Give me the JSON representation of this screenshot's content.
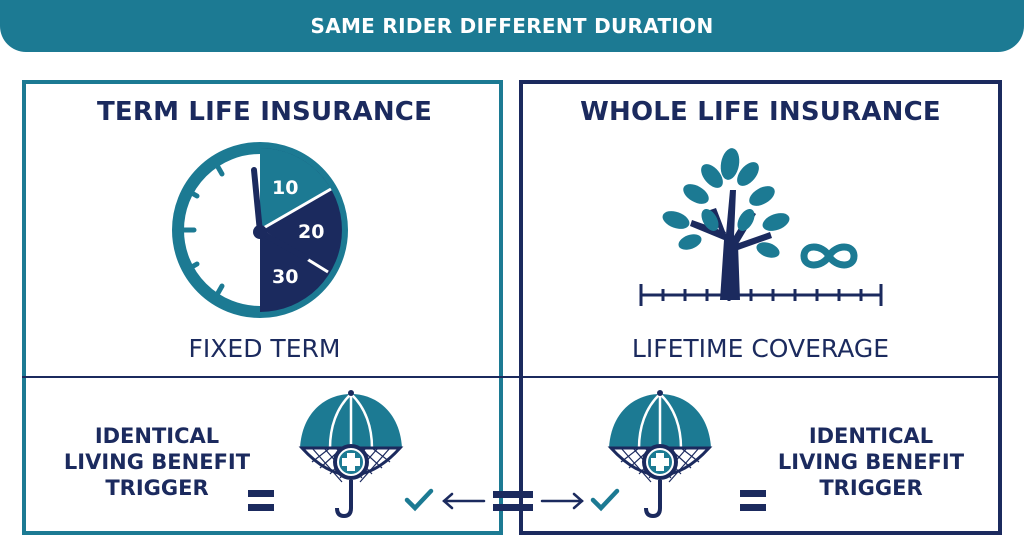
{
  "header": {
    "title": "SAME RIDER DIFFERENT DURATION"
  },
  "left_panel": {
    "title": "TERM LIFE INSURANCE",
    "clock_labels": [
      "10",
      "20",
      "30"
    ],
    "subtitle": "FIXED TERM",
    "benefit_label": [
      "IDENTICAL",
      "LIVING BENEFIT",
      "TRIGGER"
    ]
  },
  "right_panel": {
    "title": "WHOLE LIFE INSURANCE",
    "subtitle": "LIFETIME COVERAGE",
    "benefit_label": [
      "IDENTICAL",
      "LIVING BENEFIT",
      "TRIGGER"
    ]
  },
  "icons": {
    "clock": "clock-icon",
    "tree": "tree-icon",
    "infinity": "infinity-icon",
    "umbrella": "umbrella-net-icon",
    "medical_cross": "medical-cross-icon",
    "check": "check-icon",
    "equals": "equals-icon",
    "arrow": "double-arrow-icon"
  },
  "colors": {
    "teal": "#1c7a93",
    "navy": "#1b2a5e",
    "white": "#ffffff"
  }
}
